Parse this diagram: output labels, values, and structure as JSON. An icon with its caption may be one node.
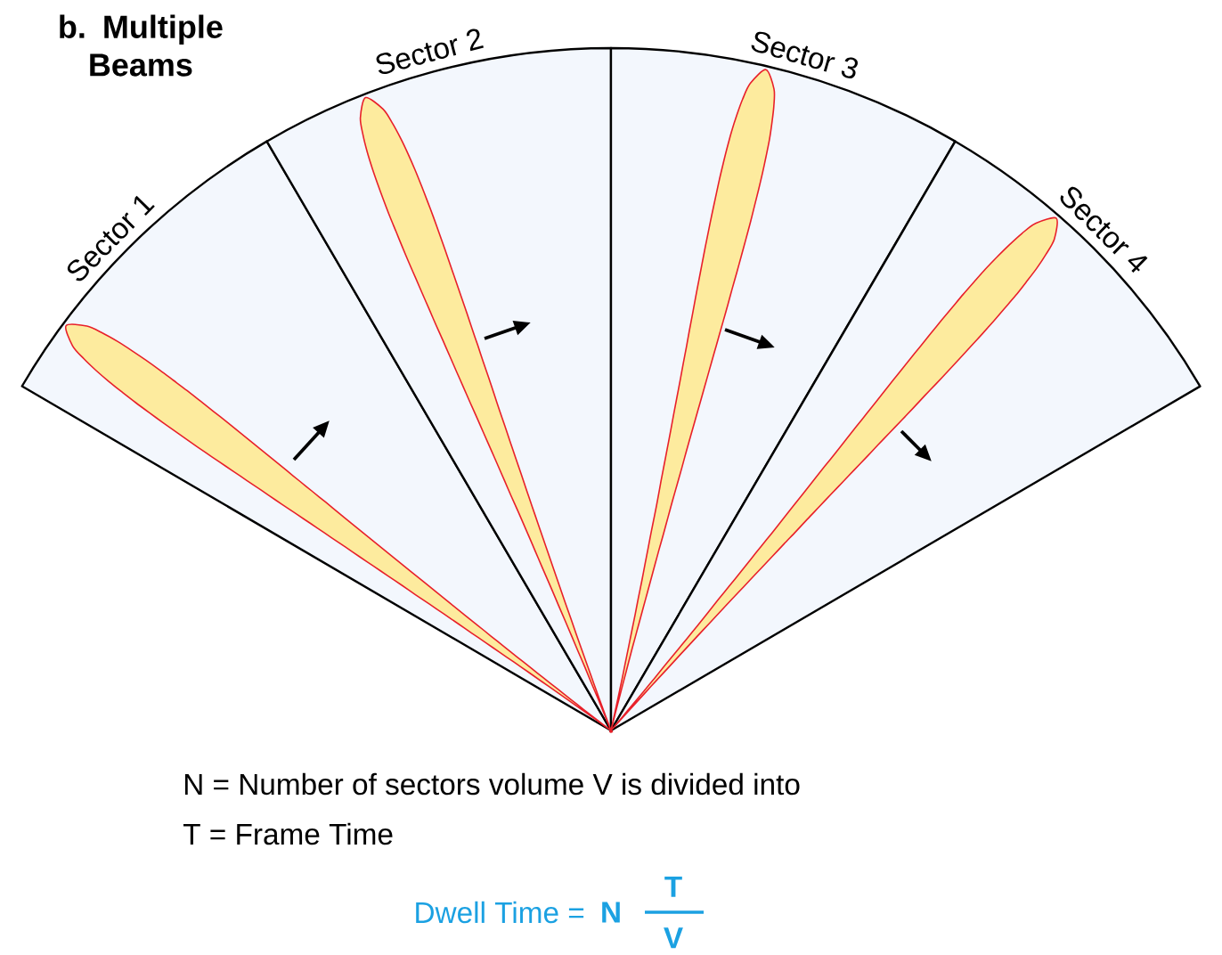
{
  "diagram": {
    "title": "b. Multiple Beams",
    "nodes": [
      {
        "text": [
          "Sector 1"
        ]
      },
      {
        "text": [
          "Sector 2"
        ]
      },
      {
        "text": [
          "Sector 3"
        ]
      },
      {
        "text": [
          "Sector 4"
        ]
      }
    ],
    "labels": [
      "N = Number of sectors volume V is divided into",
      "T = Frame Time",
      "Dwell Time =",
      "N",
      "T",
      "V"
    ]
  }
}
